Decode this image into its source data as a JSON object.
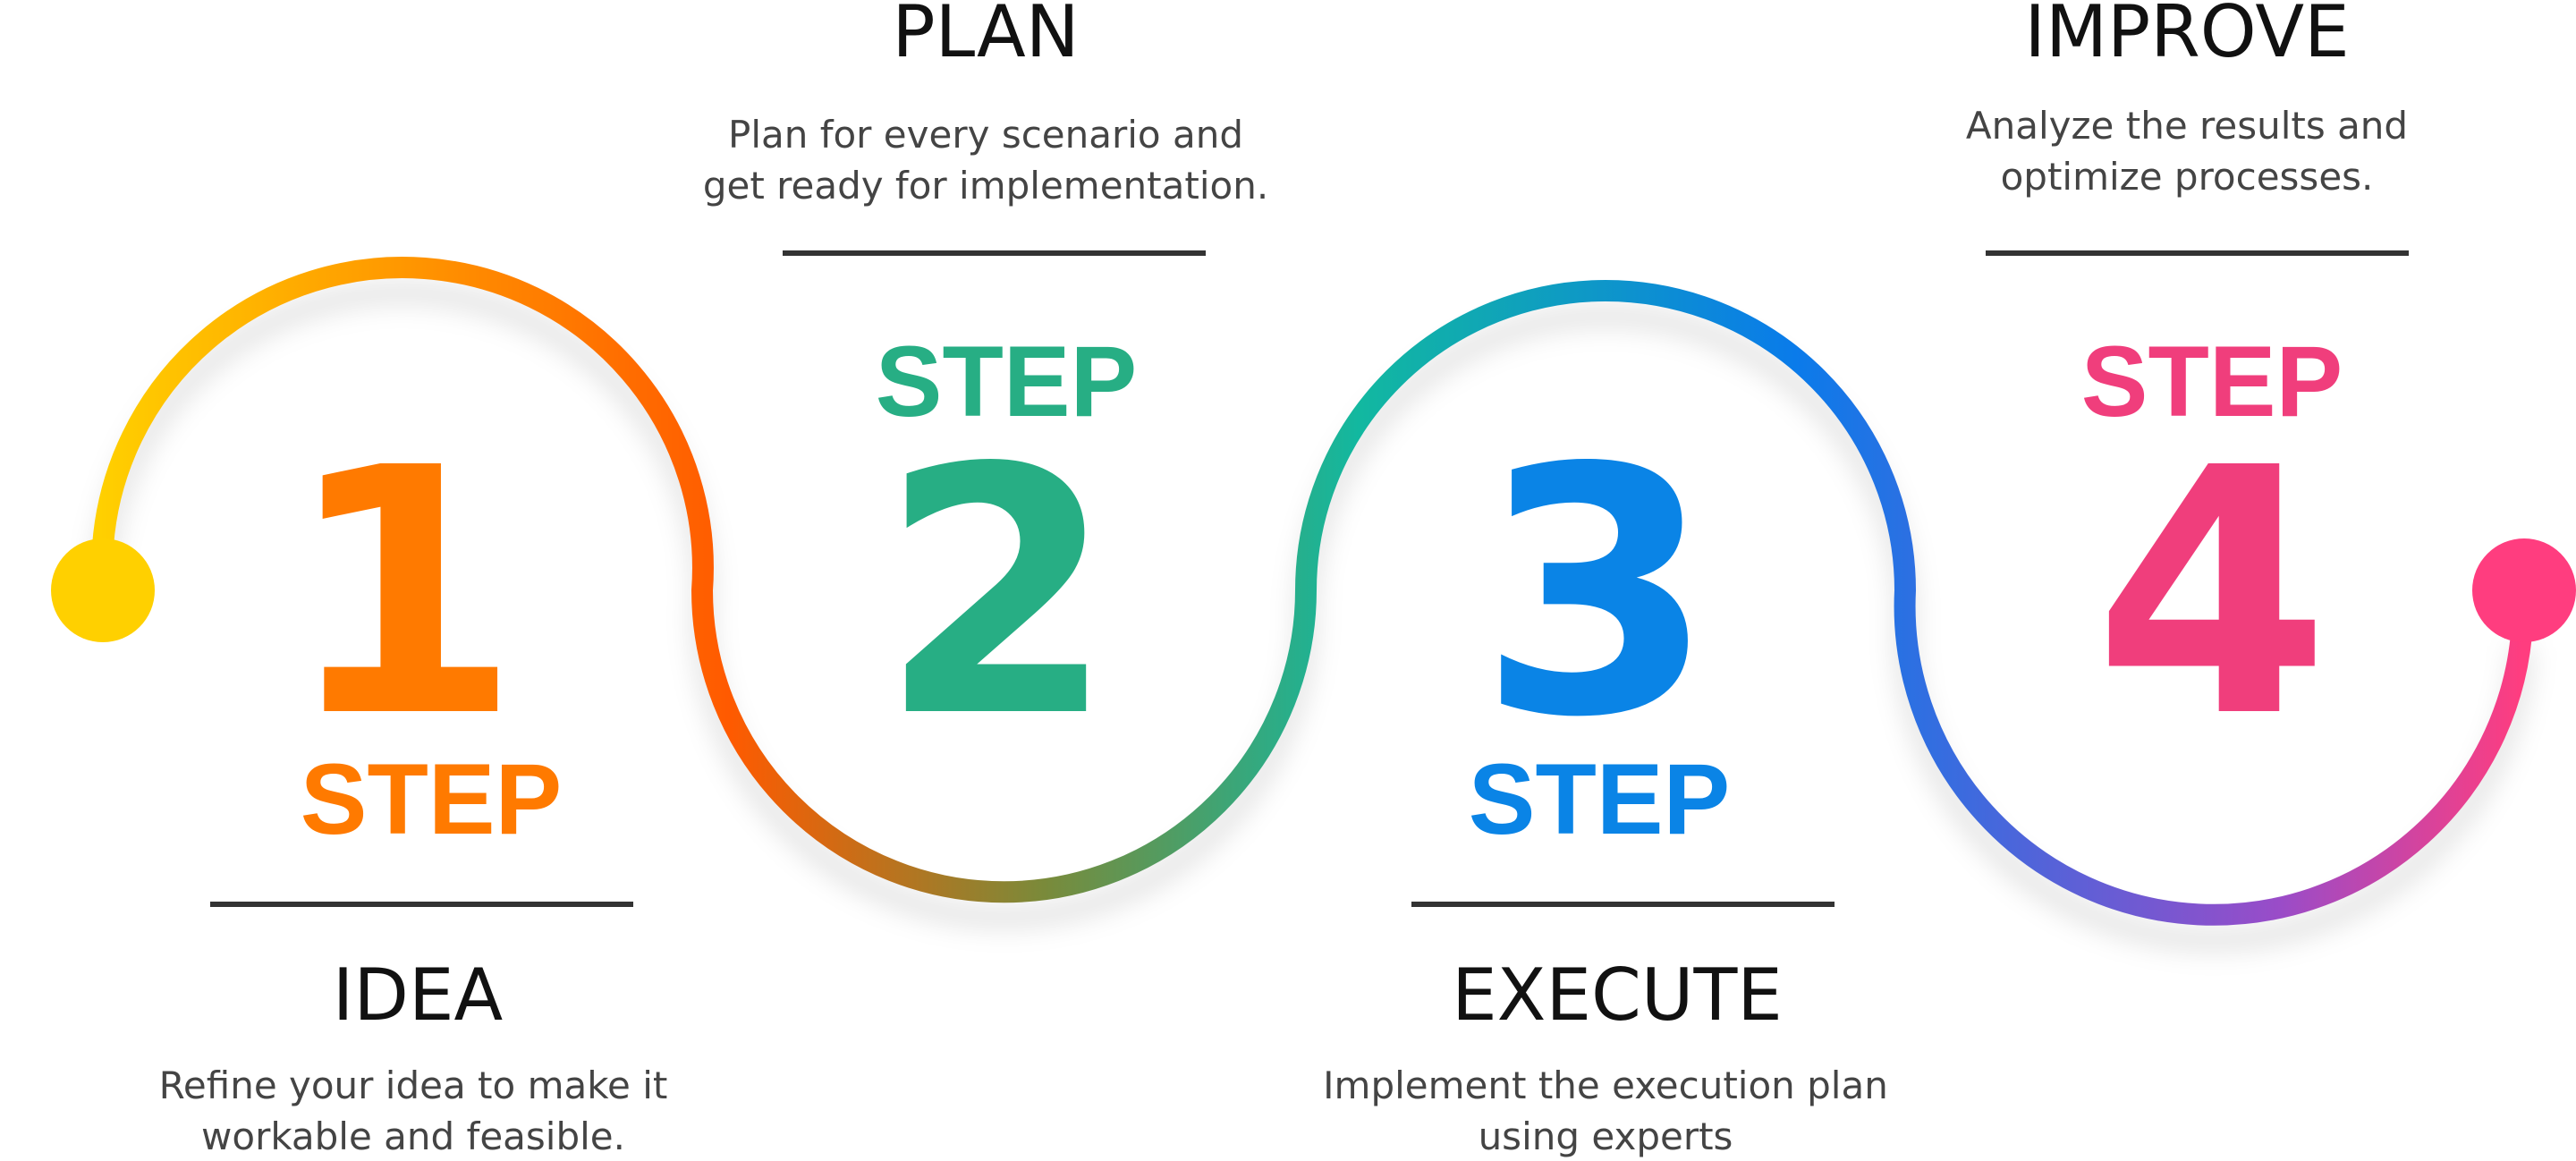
{
  "steps": [
    {
      "step_label": "STEP",
      "number": "1",
      "title": "IDEA",
      "desc_line1": "Refine your idea to make it",
      "desc_line2": "workable and feasible.",
      "color": "#FF7A00"
    },
    {
      "step_label": "STEP",
      "number": "2",
      "title": "PLAN",
      "desc_line1": "Plan for every scenario and",
      "desc_line2": "get ready for implementation.",
      "color": "#27AE84"
    },
    {
      "step_label": "STEP",
      "number": "3",
      "title": "EXECUTE",
      "desc_line1": "Implement the execution plan",
      "desc_line2": "using experts",
      "color": "#0A84E6"
    },
    {
      "step_label": "STEP",
      "number": "4",
      "title": "IMPROVE",
      "desc_line1": "Analyze the results and",
      "desc_line2": "optimize processes.",
      "color": "#F03E7C"
    }
  ],
  "colors": {
    "text_dark": "#111111",
    "text_desc": "#444444",
    "divider": "#333333",
    "wave_start": "#FFD000",
    "wave_orange": "#FF5A00",
    "wave_olive": "#7A8A3A",
    "wave_teal": "#12B8A0",
    "wave_blue": "#0A7BEA",
    "wave_purple": "#9A4CC8",
    "wave_end": "#FF3D7F"
  }
}
